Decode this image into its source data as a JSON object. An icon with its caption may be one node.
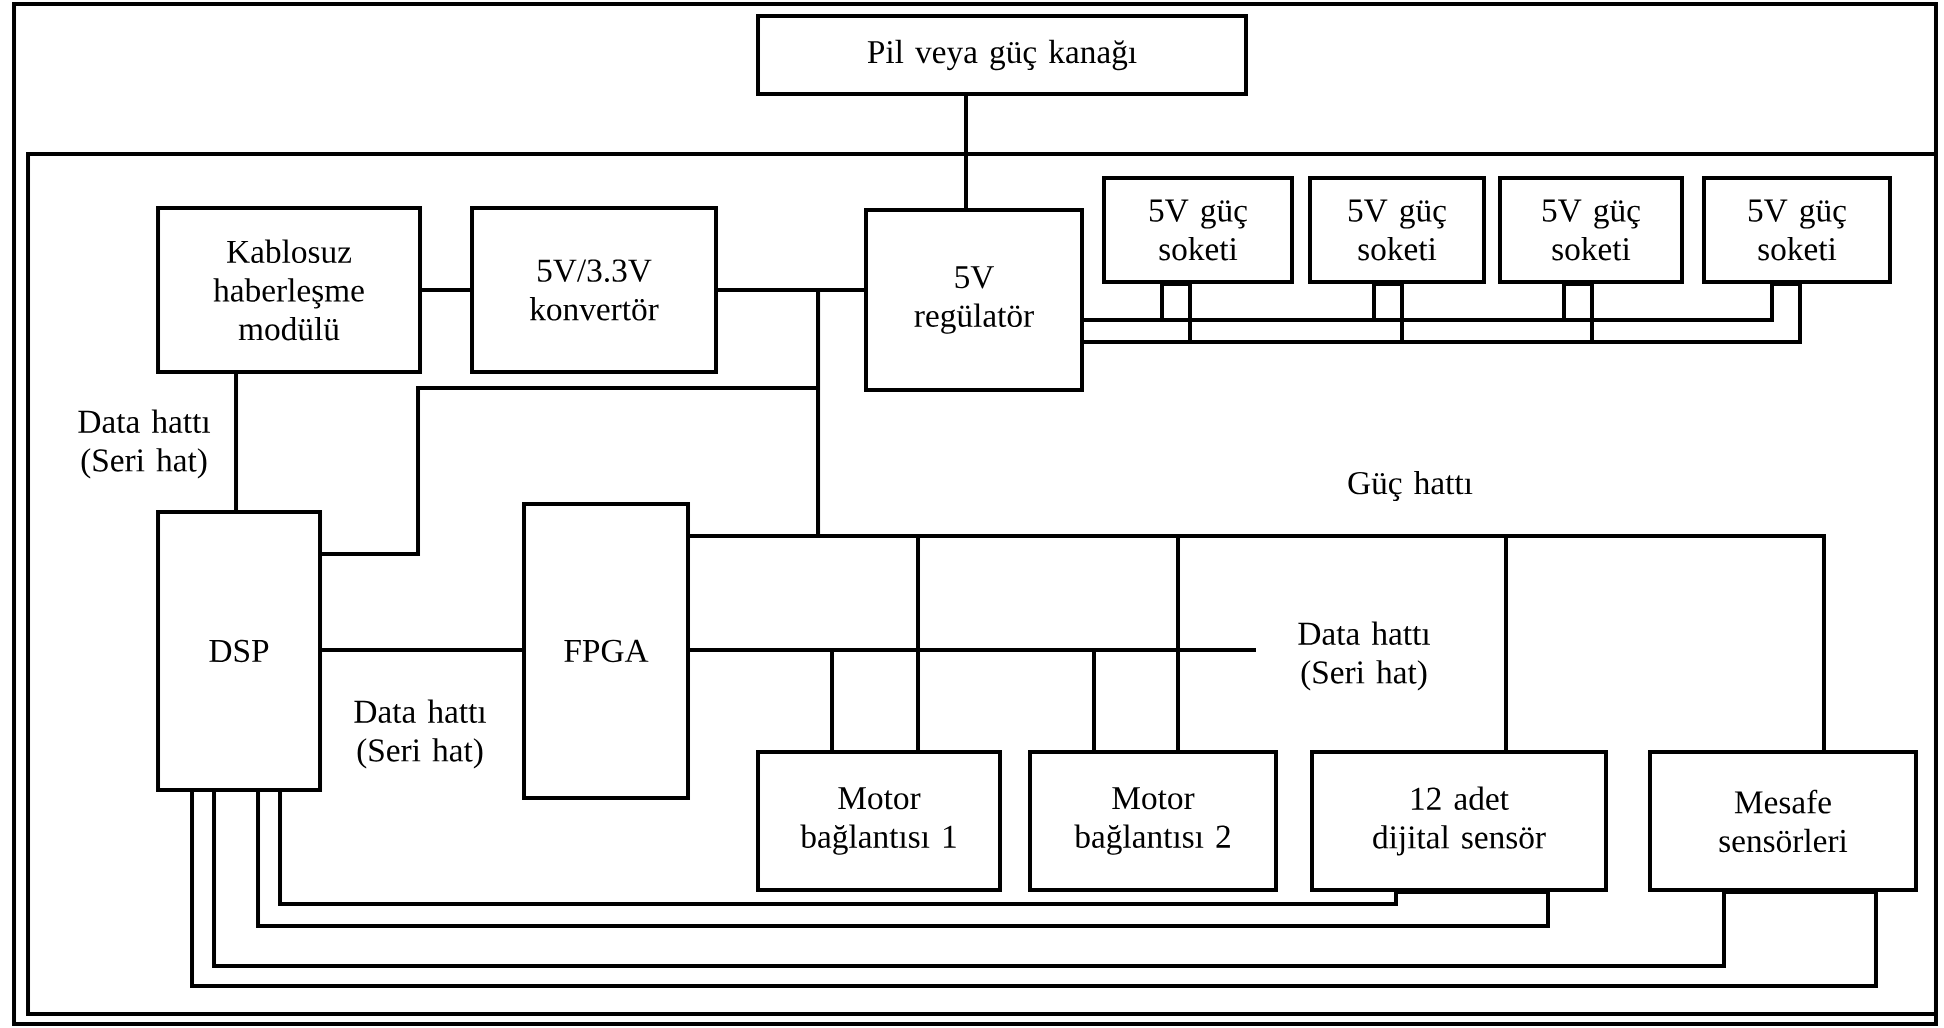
{
  "diagram": {
    "nodes": [
      {
        "text": [
          "Pil veya güç kanağı"
        ]
      },
      {
        "text": [
          "Kablosuz haberleşme modülü"
        ]
      },
      {
        "text": [
          "5V/3.3V konvertör"
        ]
      },
      {
        "text": [
          "5V regülatör"
        ]
      },
      {
        "text": [
          "5V güç soketi"
        ]
      },
      {
        "text": [
          "5V güç soketi"
        ]
      },
      {
        "text": [
          "5V güç soketi"
        ]
      },
      {
        "text": [
          "5V güç soketi"
        ]
      },
      {
        "text": [
          "DSP"
        ]
      },
      {
        "text": [
          "FPGA"
        ]
      },
      {
        "text": [
          "Motor bağlantısı 1"
        ]
      },
      {
        "text": [
          "Motor bağlantısı 2"
        ]
      },
      {
        "text": [
          "12 adet dijital sensör"
        ]
      },
      {
        "text": [
          "Mesafe sensörleri"
        ]
      }
    ],
    "edges": [
      {
        "from": 0,
        "to": 3,
        "arrow": "none"
      },
      {
        "from": 3,
        "to": 4,
        "arrow": "none"
      },
      {
        "from": 3,
        "to": 5,
        "arrow": "none"
      },
      {
        "from": 3,
        "to": 6,
        "arrow": "none"
      },
      {
        "from": 3,
        "to": 7,
        "arrow": "none"
      },
      {
        "from": 1,
        "to": 2,
        "arrow": "none"
      },
      {
        "from": 2,
        "to": 3,
        "arrow": "none"
      },
      {
        "from": 1,
        "to": 8,
        "arrow": "none",
        "label": "Data hattı (Seri hat)"
      },
      {
        "from": 8,
        "to": 9,
        "arrow": "none",
        "label": "Data hattı (Seri hat)"
      },
      {
        "from": 3,
        "to": 9,
        "arrow": "none"
      },
      {
        "from": 3,
        "to": 8,
        "arrow": "none"
      },
      {
        "from": 3,
        "to": 10,
        "arrow": "none"
      },
      {
        "from": 3,
        "to": 11,
        "arrow": "none"
      },
      {
        "from": 3,
        "to": 12,
        "arrow": "none"
      },
      {
        "from": 3,
        "to": 13,
        "arrow": "none"
      },
      {
        "from": 9,
        "to": 10,
        "arrow": "none"
      },
      {
        "from": 9,
        "to": 11,
        "arrow": "none"
      },
      {
        "from": 8,
        "to": 12,
        "arrow": "none"
      },
      {
        "from": 8,
        "to": 13,
        "arrow": "none"
      }
    ],
    "labels": [
      "Güç hattı",
      "Data hattı (Seri hat)"
    ]
  }
}
